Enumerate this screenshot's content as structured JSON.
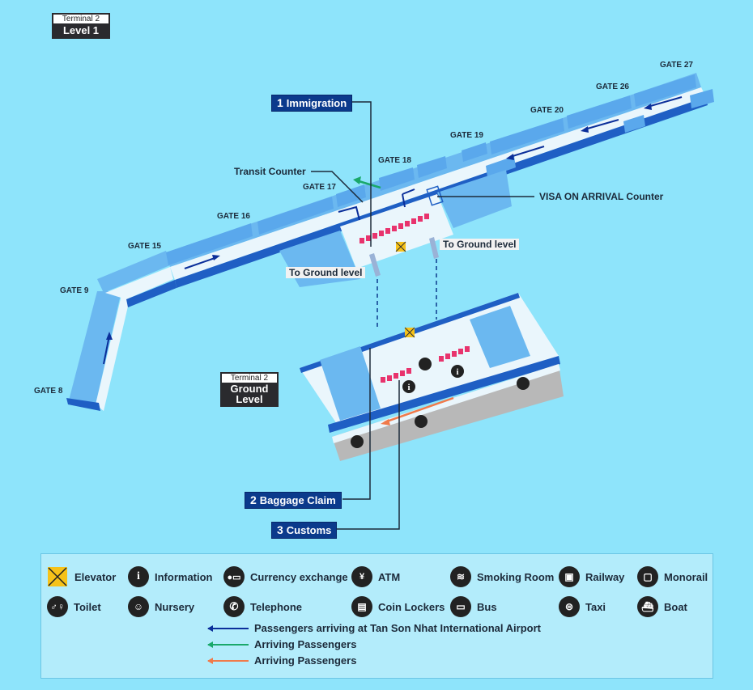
{
  "levels": {
    "level1": {
      "terminal": "Terminal 2",
      "name": "Level 1"
    },
    "ground": {
      "terminal": "Terminal 2",
      "name_line1": "Ground",
      "name_line2": "Level"
    }
  },
  "steps": [
    {
      "num": "1",
      "label": "Immigration"
    },
    {
      "num": "2",
      "label": "Baggage Claim"
    },
    {
      "num": "3",
      "label": "Customs"
    }
  ],
  "gates": [
    "GATE 8",
    "GATE 9",
    "GATE 15",
    "GATE 16",
    "GATE 17",
    "GATE 18",
    "GATE 19",
    "GATE 20",
    "GATE 26",
    "GATE 27"
  ],
  "callouts": {
    "transit_counter": "Transit Counter",
    "visa_on_arrival": "VISA ON ARRIVAL Counter",
    "to_ground_left": "To Ground level",
    "to_ground_right": "To Ground level"
  },
  "colors": {
    "background": "#8ee4fb",
    "building": "#6bb8f0",
    "building_dark": "#1f5fc4",
    "corridor": "#eaf6fc",
    "immigration_booth": "#e8336d",
    "elevator": "#f6c219",
    "route_blue": "#0b2f9a",
    "route_green": "#1aa86a",
    "route_orange": "#f07a4a",
    "label_bg": "#0b3a8c"
  },
  "legend": {
    "icons": [
      {
        "icon": "elevator-icon",
        "label": "Elevator"
      },
      {
        "icon": "information-icon",
        "label": "Information"
      },
      {
        "icon": "currency-exchange-icon",
        "label": "Currency exchange"
      },
      {
        "icon": "atm-icon",
        "label": "ATM"
      },
      {
        "icon": "smoking-room-icon",
        "label": "Smoking Room"
      },
      {
        "icon": "railway-icon",
        "label": "Railway"
      },
      {
        "icon": "monorail-icon",
        "label": "Monorail"
      },
      {
        "icon": "toilet-icon",
        "label": "Toilet"
      },
      {
        "icon": "nursery-icon",
        "label": "Nursery"
      },
      {
        "icon": "telephone-icon",
        "label": "Telephone"
      },
      {
        "icon": "coin-lockers-icon",
        "label": "Coin Lockers"
      },
      {
        "icon": "bus-icon",
        "label": "Bus"
      },
      {
        "icon": "taxi-icon",
        "label": "Taxi"
      },
      {
        "icon": "boat-icon",
        "label": "Boat"
      }
    ],
    "routes": [
      {
        "color": "#0b2f9a",
        "label": "Passengers arriving at Tan Son Nhat International Airport"
      },
      {
        "color": "#1aa86a",
        "label": "Arriving Passengers"
      },
      {
        "color": "#f07a4a",
        "label": "Arriving Passengers"
      }
    ]
  }
}
